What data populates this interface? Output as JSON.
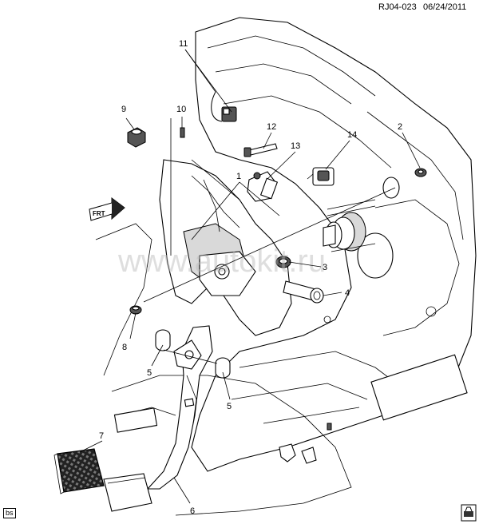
{
  "header": {
    "code": "RJ04-023",
    "date": "06/24/2011"
  },
  "watermark": "www.autokit.ru",
  "fwd_label": "FRT",
  "corner_left": "bs",
  "callouts": [
    "1",
    "2",
    "3",
    "4",
    "5",
    "5",
    "6",
    "7",
    "8",
    "9",
    "10",
    "11",
    "12",
    "13",
    "14"
  ]
}
